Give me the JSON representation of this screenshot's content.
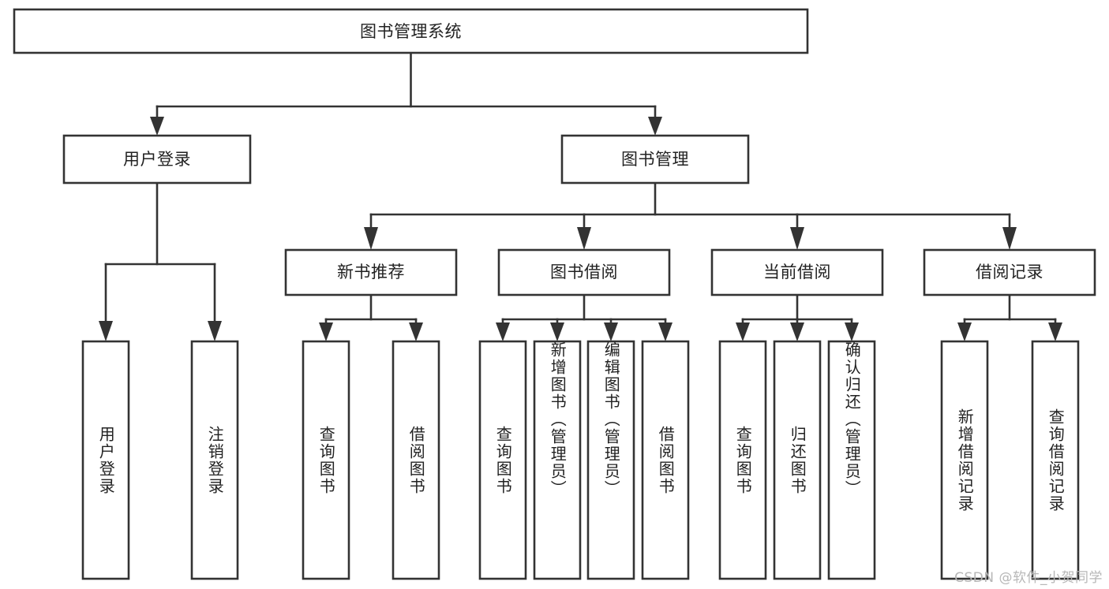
{
  "diagram": {
    "title": "图书管理系统",
    "type": "tree-hierarchy",
    "root": {
      "id": "root",
      "label": "图书管理系统"
    },
    "level2": [
      {
        "id": "user-login",
        "label": "用户登录"
      },
      {
        "id": "book-manage",
        "label": "图书管理"
      }
    ],
    "level3": [
      {
        "id": "new-book-rec",
        "label": "新书推荐",
        "parent": "book-manage"
      },
      {
        "id": "book-borrow",
        "label": "图书借阅",
        "parent": "book-manage"
      },
      {
        "id": "current-borrow",
        "label": "当前借阅",
        "parent": "book-manage"
      },
      {
        "id": "borrow-record",
        "label": "借阅记录",
        "parent": "book-manage"
      }
    ],
    "leaves": [
      {
        "id": "leaf-1",
        "label": "用户登录",
        "parent": "user-login"
      },
      {
        "id": "leaf-2",
        "label": "注销登录",
        "parent": "user-login"
      },
      {
        "id": "leaf-3",
        "label": "查询图书",
        "parent": "new-book-rec"
      },
      {
        "id": "leaf-4",
        "label": "借阅图书",
        "parent": "new-book-rec"
      },
      {
        "id": "leaf-5",
        "label": "查询图书",
        "parent": "book-borrow"
      },
      {
        "id": "leaf-6",
        "label": "新增图书（管理员）",
        "parent": "book-borrow"
      },
      {
        "id": "leaf-7",
        "label": "编辑图书（管理员）",
        "parent": "book-borrow"
      },
      {
        "id": "leaf-8",
        "label": "借阅图书",
        "parent": "book-borrow"
      },
      {
        "id": "leaf-9",
        "label": "查询图书",
        "parent": "current-borrow"
      },
      {
        "id": "leaf-10",
        "label": "归还图书",
        "parent": "current-borrow"
      },
      {
        "id": "leaf-11",
        "label": "确认归还（管理员）",
        "parent": "current-borrow"
      },
      {
        "id": "leaf-12",
        "label": "新增借阅记录",
        "parent": "borrow-record"
      },
      {
        "id": "leaf-13",
        "label": "查询借阅记录",
        "parent": "borrow-record"
      }
    ]
  },
  "watermark": {
    "text": "CSDN @软件_小贺同学"
  },
  "colors": {
    "stroke": "#333333",
    "box_fill": "#ffffff",
    "text": "#222222",
    "background": "#ffffff",
    "watermark": "#b7b7b7"
  }
}
